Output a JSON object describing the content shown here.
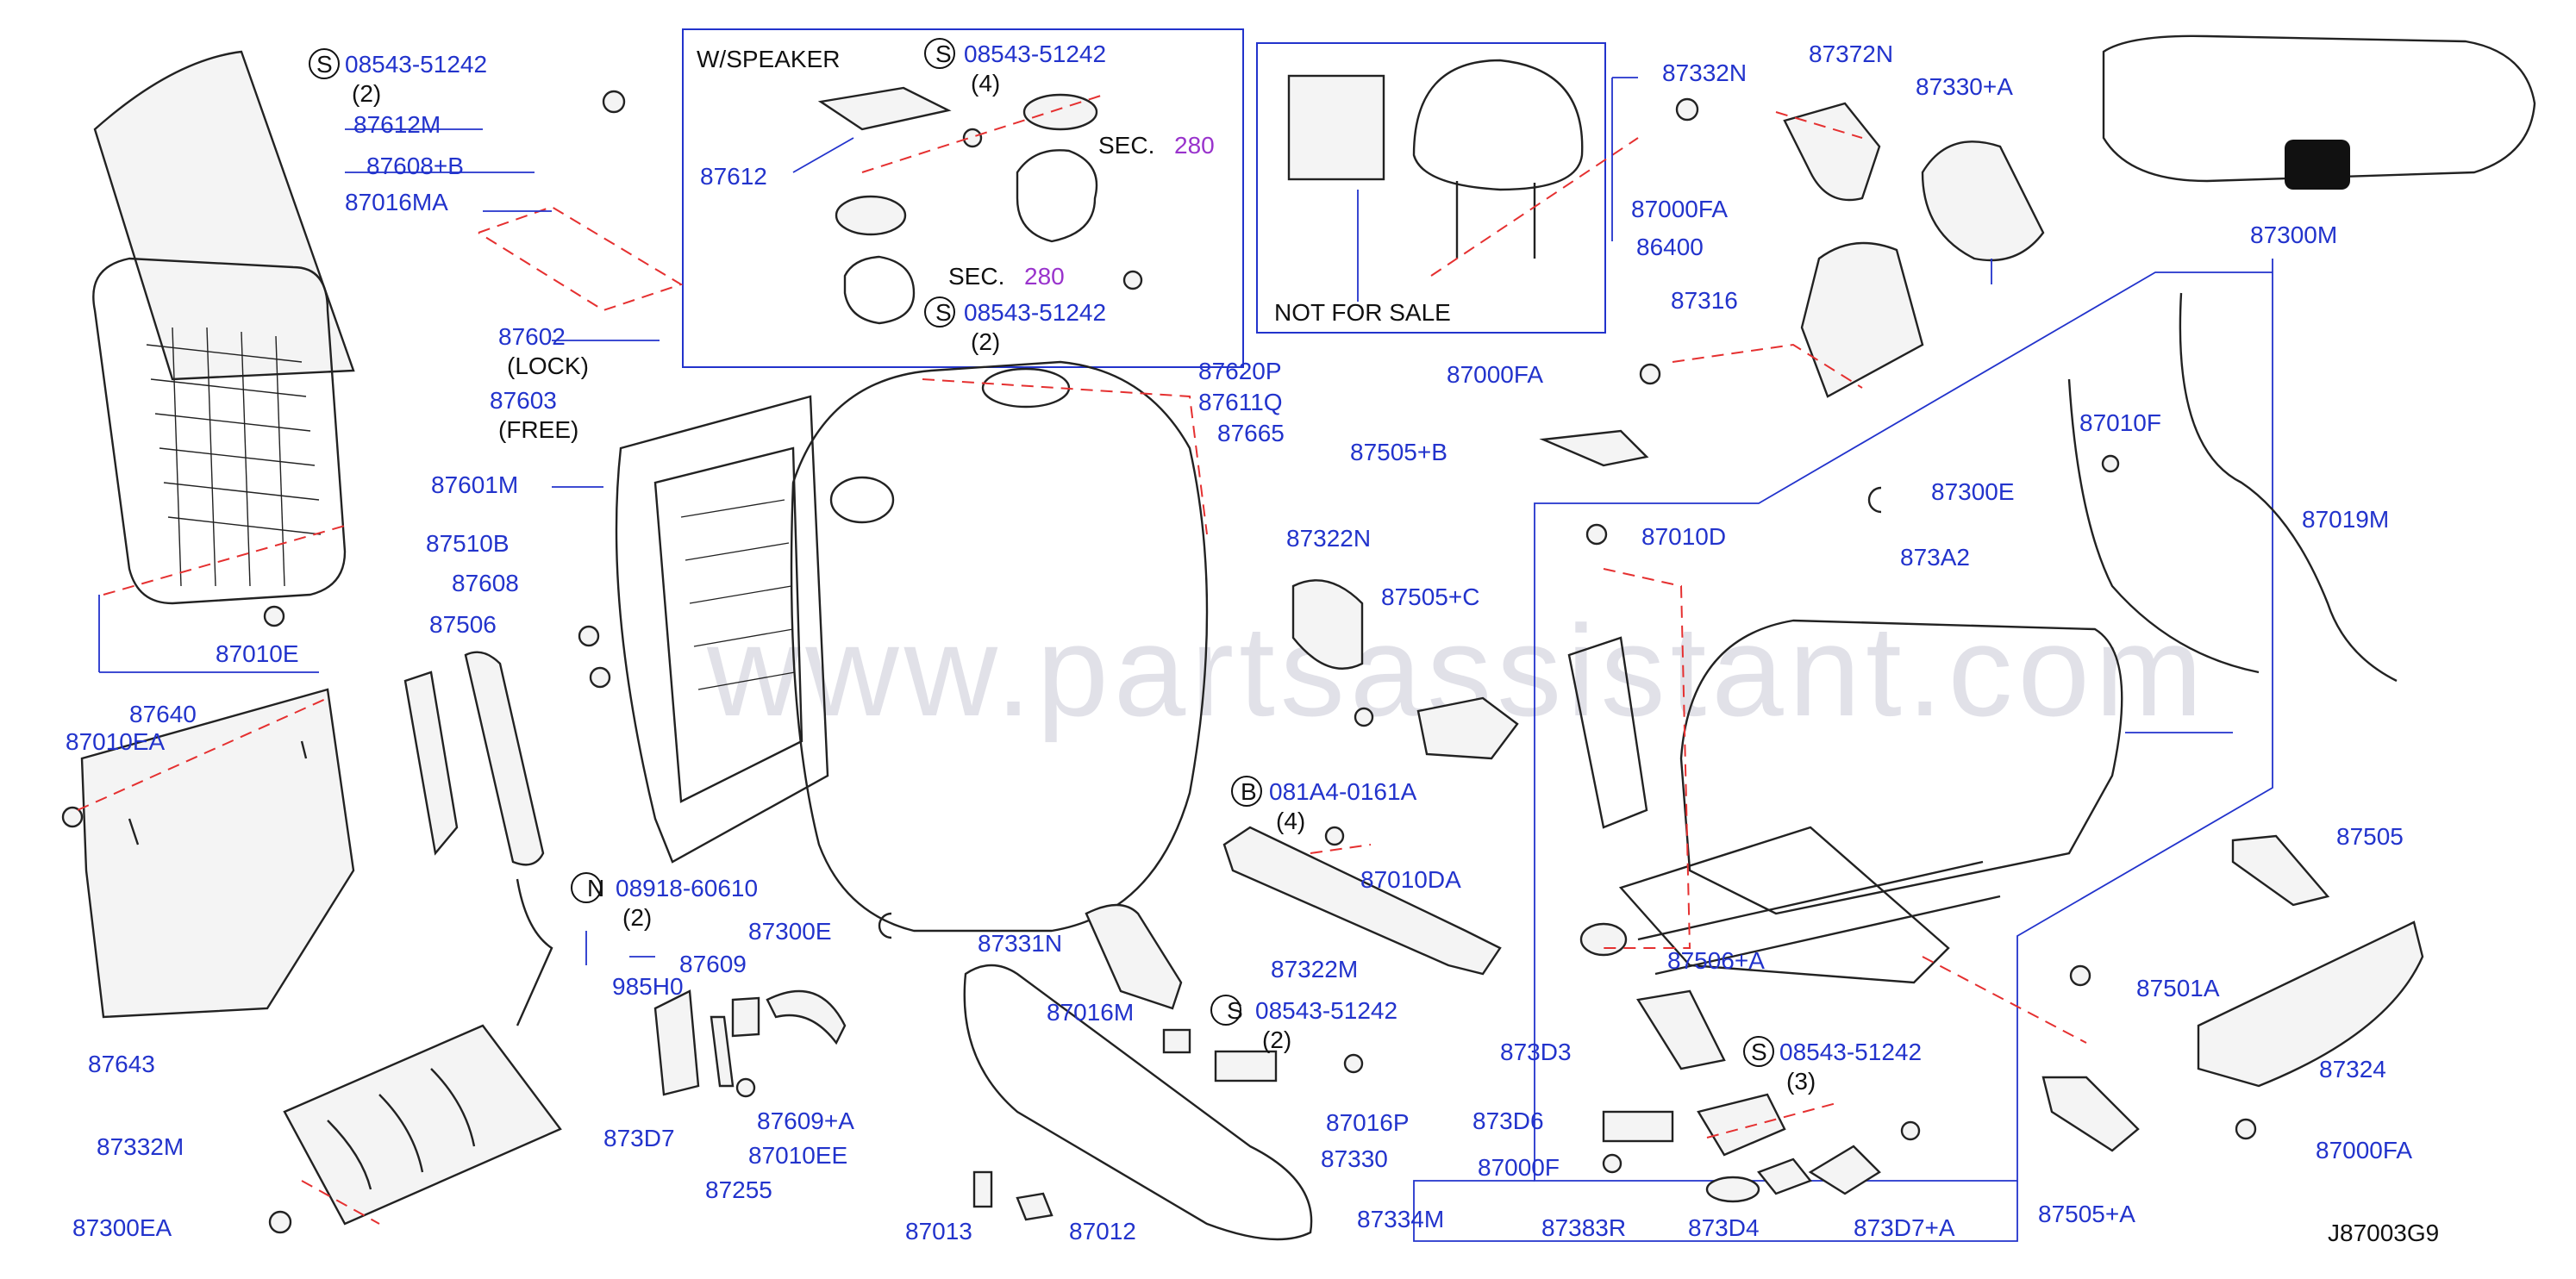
{
  "watermark": "www.partsassistant.com",
  "diagram_code": "J87003G9",
  "section_refs": {
    "prefix": "SEC.",
    "number": "280"
  },
  "boxes": {
    "speaker_title": "W/SPEAKER",
    "not_for_sale": "NOT   FOR   SALE"
  },
  "labels": [
    {
      "id": "s-top",
      "mark": "S",
      "text": "08543-51242",
      "sub": "(2)"
    },
    {
      "id": "87612M",
      "text": "87612M"
    },
    {
      "id": "87608B",
      "text": "87608+B"
    },
    {
      "id": "87016MA",
      "text": "87016MA"
    },
    {
      "id": "87612",
      "text": "87612"
    },
    {
      "id": "s-spk1",
      "mark": "S",
      "text": "08543-51242",
      "sub": "(4)"
    },
    {
      "id": "s-spk2",
      "mark": "S",
      "text": "08543-51242",
      "sub": "(2)"
    },
    {
      "id": "87602",
      "text": "87602",
      "sub": "(LOCK)"
    },
    {
      "id": "87603",
      "text": "87603",
      "sub": "(FREE)"
    },
    {
      "id": "87601M",
      "text": "87601M"
    },
    {
      "id": "87620P",
      "text": "87620P"
    },
    {
      "id": "87611Q",
      "text": "87611Q"
    },
    {
      "id": "87665",
      "text": "87665"
    },
    {
      "id": "87510B",
      "text": "87510B"
    },
    {
      "id": "87608",
      "text": "87608"
    },
    {
      "id": "87506",
      "text": "87506"
    },
    {
      "id": "87010E",
      "text": "87010E"
    },
    {
      "id": "87640",
      "text": "87640"
    },
    {
      "id": "87010EA",
      "text": "87010EA"
    },
    {
      "id": "n-08918",
      "mark": "N",
      "text": "08918-60610",
      "sub": "(2)"
    },
    {
      "id": "87300E-l",
      "text": "87300E"
    },
    {
      "id": "985H0",
      "text": "985H0"
    },
    {
      "id": "87643",
      "text": "87643"
    },
    {
      "id": "87332M",
      "text": "87332M"
    },
    {
      "id": "87300EA",
      "text": "87300EA"
    },
    {
      "id": "87609",
      "text": "87609"
    },
    {
      "id": "87609A",
      "text": "87609+A"
    },
    {
      "id": "87010EE",
      "text": "87010EE"
    },
    {
      "id": "873D7",
      "text": "873D7"
    },
    {
      "id": "87255",
      "text": "87255"
    },
    {
      "id": "87331N",
      "text": "87331N"
    },
    {
      "id": "87016M",
      "text": "87016M"
    },
    {
      "id": "s-mid",
      "mark": "S",
      "text": "08543-51242",
      "sub": "(2)"
    },
    {
      "id": "87016P",
      "text": "87016P"
    },
    {
      "id": "87330",
      "text": "87330"
    },
    {
      "id": "87013",
      "text": "87013"
    },
    {
      "id": "87012",
      "text": "87012"
    },
    {
      "id": "87322N",
      "text": "87322N"
    },
    {
      "id": "87505C",
      "text": "87505+C"
    },
    {
      "id": "b-081",
      "mark": "B",
      "text": "081A4-0161A",
      "sub": "(4)"
    },
    {
      "id": "87010DA",
      "text": "87010DA"
    },
    {
      "id": "87322M",
      "text": "87322M"
    },
    {
      "id": "86400",
      "text": "86400"
    },
    {
      "id": "87332N",
      "text": "87332N"
    },
    {
      "id": "87000FA-t",
      "text": "87000FA"
    },
    {
      "id": "87372N",
      "text": "87372N"
    },
    {
      "id": "87330A",
      "text": "87330+A"
    },
    {
      "id": "87316",
      "text": "87316"
    },
    {
      "id": "87000FA-m",
      "text": "87000FA"
    },
    {
      "id": "87505B",
      "text": "87505+B"
    },
    {
      "id": "87300M",
      "text": "87300M"
    },
    {
      "id": "87010F",
      "text": "87010F"
    },
    {
      "id": "87300E-r",
      "text": "87300E"
    },
    {
      "id": "87019M",
      "text": "87019M"
    },
    {
      "id": "87010D",
      "text": "87010D"
    },
    {
      "id": "873A2",
      "text": "873A2"
    },
    {
      "id": "87505",
      "text": "87505"
    },
    {
      "id": "87506A",
      "text": "87506+A"
    },
    {
      "id": "87501A",
      "text": "87501A"
    },
    {
      "id": "873D3",
      "text": "873D3"
    },
    {
      "id": "s-bot",
      "mark": "S",
      "text": "08543-51242",
      "sub": "(3)"
    },
    {
      "id": "873D6",
      "text": "873D6"
    },
    {
      "id": "87000F",
      "text": "87000F"
    },
    {
      "id": "87324",
      "text": "87324"
    },
    {
      "id": "87000FA-b",
      "text": "87000FA"
    },
    {
      "id": "87334M",
      "text": "87334M"
    },
    {
      "id": "87383R",
      "text": "87383R"
    },
    {
      "id": "873D4",
      "text": "873D4"
    },
    {
      "id": "873D7A",
      "text": "873D7+A"
    },
    {
      "id": "87505A",
      "text": "87505+A"
    }
  ]
}
